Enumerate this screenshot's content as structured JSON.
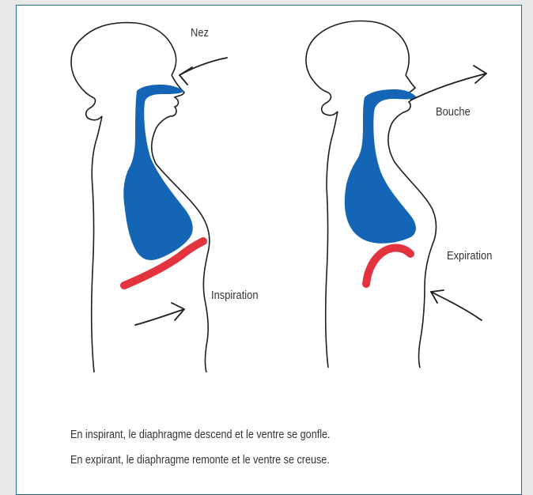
{
  "labels": {
    "nose": "Nez",
    "mouth": "Bouche",
    "inhale": "Inspiration",
    "exhale": "Expiration"
  },
  "caption": {
    "line1": "En inspirant, le diaphragme descend et le ventre se gonfle.",
    "line2": "En expirant, le diaphragme remonte et le ventre se creuse."
  },
  "colors": {
    "frame_border": "#1c6f8f",
    "lungs": "#1565b6",
    "diaphragm": "#e2333f",
    "outline": "#1e1e1e",
    "text": "#333333"
  }
}
